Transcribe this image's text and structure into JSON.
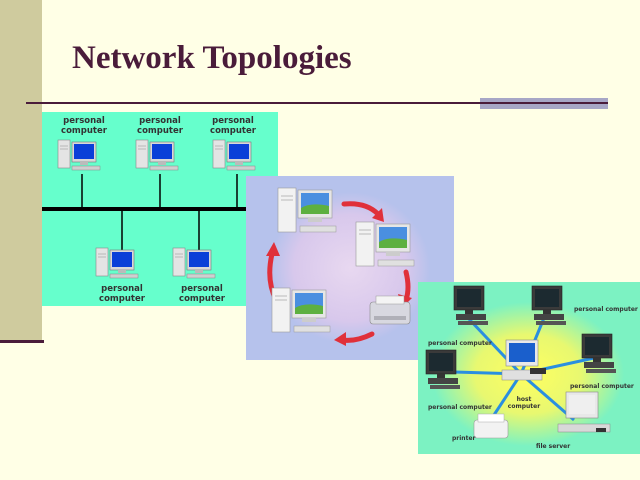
{
  "slide": {
    "title": "Network Topologies"
  },
  "bus_topology": {
    "top_labels": [
      "personal\ncomputer",
      "personal\ncomputer",
      "personal\ncomputer"
    ],
    "bottom_labels": [
      "personal\ncomputer",
      "personal\ncomputer"
    ]
  },
  "star_topology": {
    "labels": {
      "pc_top_right": "personal computer",
      "pc_left_upper": "personal computer",
      "pc_right": "personal computer",
      "pc_left_lower": "personal computer",
      "host": "host\ncomputer",
      "printer": "printer",
      "file_server": "file server"
    }
  },
  "colors": {
    "background": "#FFFFE6",
    "title": "#4A1C3A",
    "bus_panel": "#66FFCC",
    "ring_panel": "#B6C2EC",
    "star_panel": "#7CF2C2",
    "ring_arrows": "#E0303A"
  }
}
